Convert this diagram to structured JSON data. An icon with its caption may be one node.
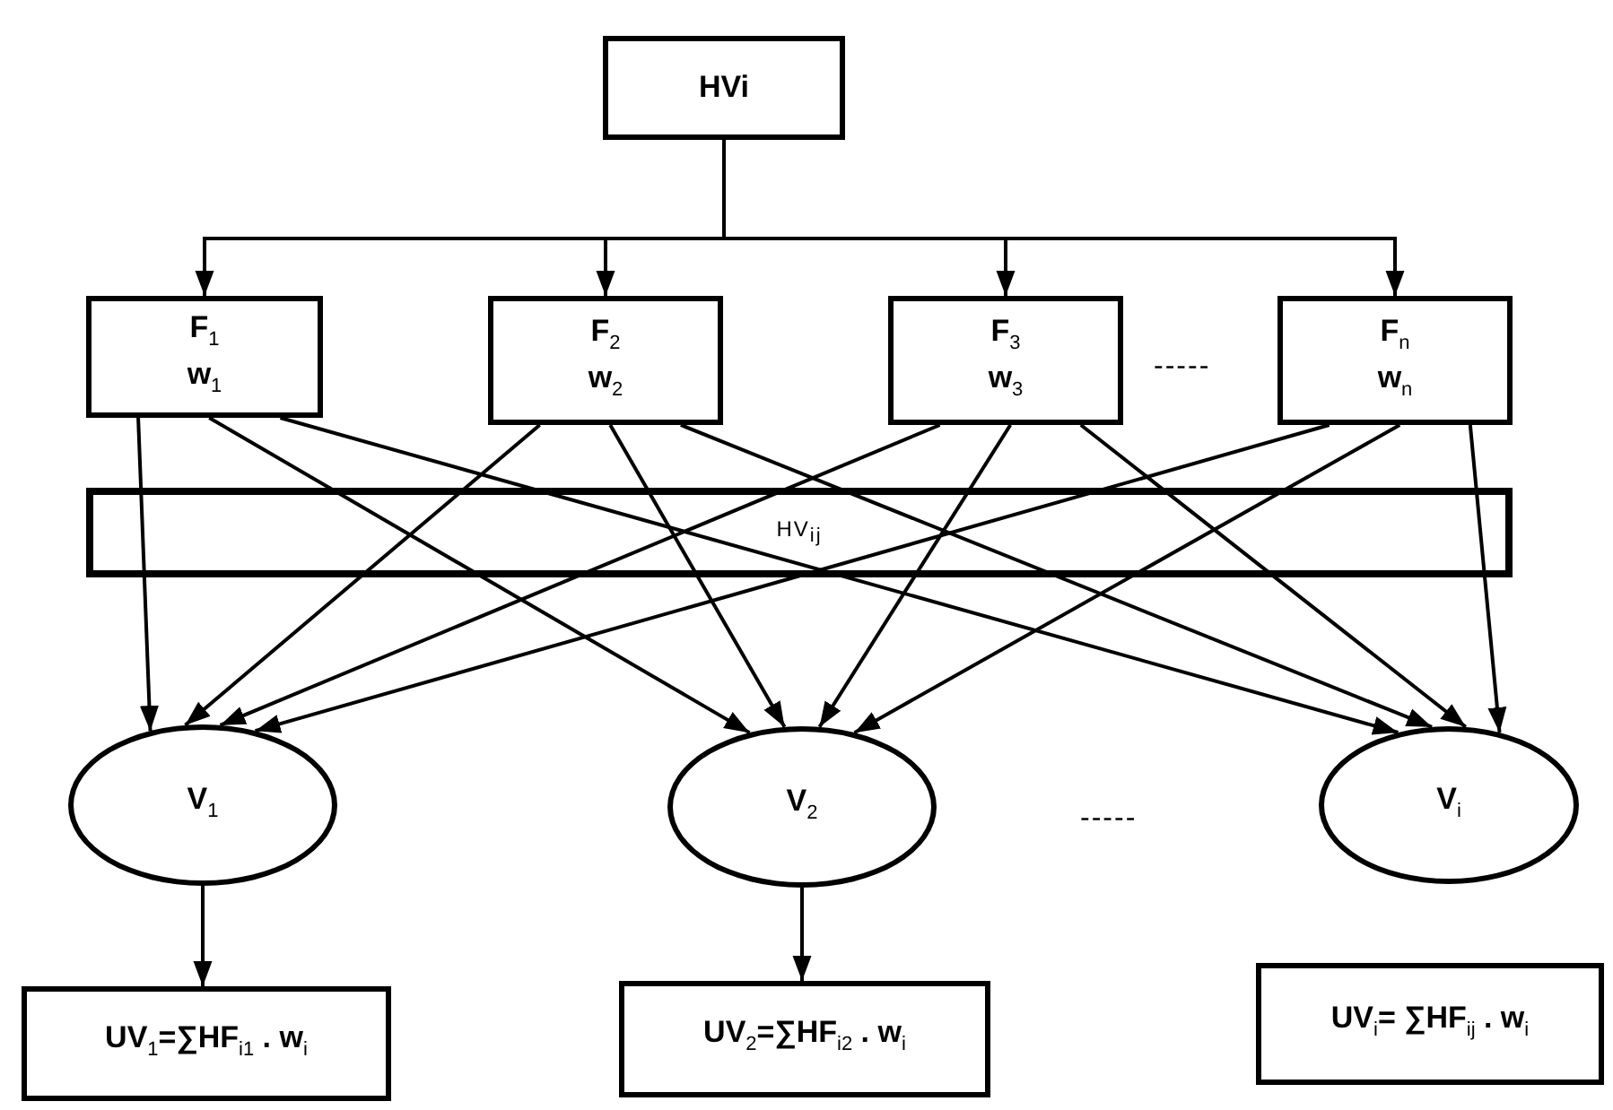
{
  "diagram": {
    "nodes": [
      {
        "text": [
          "HVi"
        ]
      },
      {
        "text": [
          "F$_{1}$",
          "w$_{1}$"
        ]
      },
      {
        "text": [
          "F$_{2}$",
          "w$_{2}$"
        ]
      },
      {
        "text": [
          "F$_{3}$",
          "w$_{3}$"
        ]
      },
      {
        "text": [
          "F$_{n}$",
          "w$_{n}$"
        ]
      },
      {
        "text": [
          "HV$_{ij}$"
        ]
      },
      {
        "text": [
          "V$_{1}$"
        ]
      },
      {
        "text": [
          "V$_{2}$"
        ]
      },
      {
        "text": [
          "V$_{i}$"
        ]
      },
      {
        "text": [
          "UV$_{1}$=∑HF$_{i1}$ . w$_{i}$"
        ]
      },
      {
        "text": [
          "UV$_{2}$=∑HF$_{i2}$ . w$_{i}$"
        ]
      },
      {
        "text": [
          "UV$_{i}$= ∑HF$_{ij}$ . w$_{i}$"
        ]
      }
    ],
    "edges": [
      {
        "from": 0,
        "to": 1,
        "arrow": "to"
      },
      {
        "from": 0,
        "to": 2,
        "arrow": "to"
      },
      {
        "from": 0,
        "to": 3,
        "arrow": "to"
      },
      {
        "from": 0,
        "to": 4,
        "arrow": "to"
      },
      {
        "from": 1,
        "to": 6,
        "arrow": "to"
      },
      {
        "from": 1,
        "to": 7,
        "arrow": "to"
      },
      {
        "from": 1,
        "to": 8,
        "arrow": "to"
      },
      {
        "from": 2,
        "to": 6,
        "arrow": "to"
      },
      {
        "from": 2,
        "to": 7,
        "arrow": "to"
      },
      {
        "from": 2,
        "to": 8,
        "arrow": "to"
      },
      {
        "from": 3,
        "to": 6,
        "arrow": "to"
      },
      {
        "from": 3,
        "to": 7,
        "arrow": "to"
      },
      {
        "from": 3,
        "to": 8,
        "arrow": "to"
      },
      {
        "from": 4,
        "to": 6,
        "arrow": "to"
      },
      {
        "from": 4,
        "to": 7,
        "arrow": "to"
      },
      {
        "from": 4,
        "to": 8,
        "arrow": "to"
      },
      {
        "from": 6,
        "to": 9,
        "arrow": "to"
      },
      {
        "from": 7,
        "to": 10,
        "arrow": "to"
      }
    ],
    "labels": [
      "-----",
      "-----"
    ]
  }
}
